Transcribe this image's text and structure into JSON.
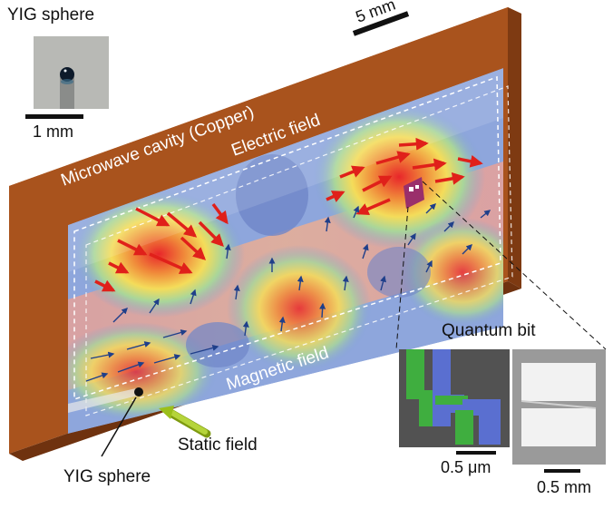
{
  "labels": {
    "yig_inset_title": "YIG sphere",
    "yig_inset_scale": "1 mm",
    "cavity_scale": "5 mm",
    "cavity_label": "Microwave cavity (Copper)",
    "electric_field": "Electric field",
    "magnetic_field": "Magnetic field",
    "static_field": "Static field",
    "yig_sphere": "YIG sphere",
    "quantum_bit": "Quantum bit",
    "qubit_scale_left": "0.5 μm",
    "qubit_scale_right": "0.5 mm"
  },
  "colors": {
    "copper": "#a9531d",
    "copper_dark": "#7e3a12",
    "electric_arrow": "#e0201a",
    "magnetic_arrow": "#1f3f8a",
    "static_field_arrow": "#9bbf1a",
    "qubit_green": "#3fae3f",
    "qubit_blue": "#5a6fd0"
  }
}
